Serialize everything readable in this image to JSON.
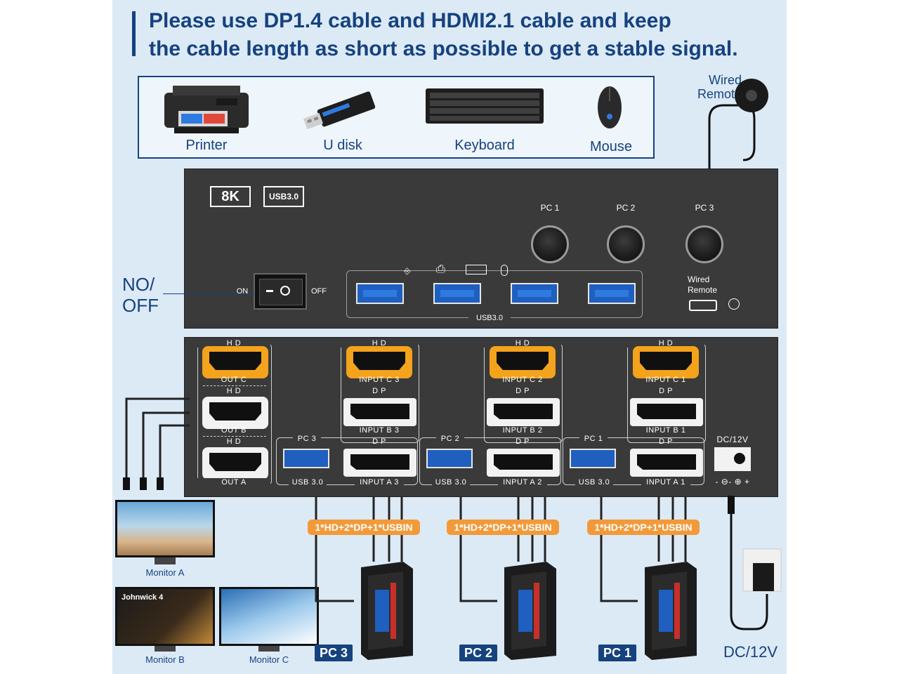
{
  "headline": {
    "line1": "Please use DP1.4 cable and HDMI2.1 cable and keep",
    "line2": "the cable length as short as possible to get a stable signal."
  },
  "peripherals": [
    {
      "label": "Printer",
      "icon": "printer-icon"
    },
    {
      "label": "U disk",
      "icon": "usb-drive-icon"
    },
    {
      "label": "Keyboard",
      "icon": "keyboard-icon"
    },
    {
      "label": "Mouse",
      "icon": "mouse-icon"
    }
  ],
  "wired_remote": {
    "label_line1": "Wired",
    "label_line2": "Remote"
  },
  "front_panel": {
    "badge_8k": "8K",
    "badge_usb": "USB3.0",
    "pc_buttons": [
      "PC 1",
      "PC 2",
      "PC 3"
    ],
    "switch_on": "ON",
    "switch_off": "OFF",
    "usb_caption": "USB3.0",
    "remote_port_line1": "Wired",
    "remote_port_line2": "Remote"
  },
  "no_off_label": {
    "line1": "NO/",
    "line2": "OFF"
  },
  "back_panel": {
    "hd": "H D",
    "dp": "D P",
    "outputs": [
      "OUT C",
      "OUT B",
      "OUT A"
    ],
    "inputs": [
      {
        "pc": "PC 3",
        "c": "INPUT C 3",
        "b": "INPUT B 3",
        "a": "INPUT A 3",
        "usb": "USB 3.0"
      },
      {
        "pc": "PC 2",
        "c": "INPUT C 2",
        "b": "INPUT B 2",
        "a": "INPUT A 2",
        "usb": "USB 3.0"
      },
      {
        "pc": "PC 1",
        "c": "INPUT C 1",
        "b": "INPUT B 1",
        "a": "INPUT A 1",
        "usb": "USB 3.0"
      }
    ],
    "dc_label": "DC/12V",
    "dc_polarity": "- ⊖- ⊕ +"
  },
  "cable_badge": "1*HD+2*DP+1*USBIN",
  "pcs": [
    "PC 3",
    "PC 2",
    "PC 1"
  ],
  "monitors": [
    {
      "label": "Monitor A"
    },
    {
      "label": "Monitor B",
      "screen_text": "Johnwick 4"
    },
    {
      "label": "Monitor C"
    }
  ],
  "power_label": "DC/12V",
  "colors": {
    "navy": "#16427e",
    "orange": "#f29a3a",
    "hdmi_gold": "#f3a31c",
    "usb_blue": "#1f5fbf",
    "panel": "#3a3a3a"
  }
}
